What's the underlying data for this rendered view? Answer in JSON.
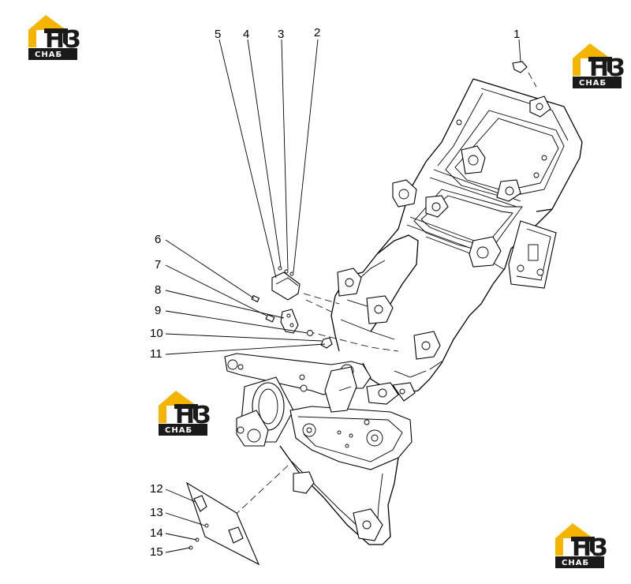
{
  "diagram": {
    "callouts": [
      {
        "id": "1",
        "label": "1"
      },
      {
        "id": "2",
        "label": "2"
      },
      {
        "id": "3",
        "label": "3"
      },
      {
        "id": "4",
        "label": "4"
      },
      {
        "id": "5",
        "label": "5"
      },
      {
        "id": "6",
        "label": "6"
      },
      {
        "id": "7",
        "label": "7"
      },
      {
        "id": "8",
        "label": "8"
      },
      {
        "id": "9",
        "label": "9"
      },
      {
        "id": "10",
        "label": "10"
      },
      {
        "id": "11",
        "label": "11"
      },
      {
        "id": "12",
        "label": "12"
      },
      {
        "id": "13",
        "label": "13"
      },
      {
        "id": "14",
        "label": "14"
      },
      {
        "id": "15",
        "label": "15"
      }
    ]
  },
  "watermark": {
    "letters": "H3",
    "text": "СНАБ",
    "colors": {
      "yellow": "#f5b400",
      "dark": "#1a1a1a",
      "white": "#ffffff"
    }
  }
}
